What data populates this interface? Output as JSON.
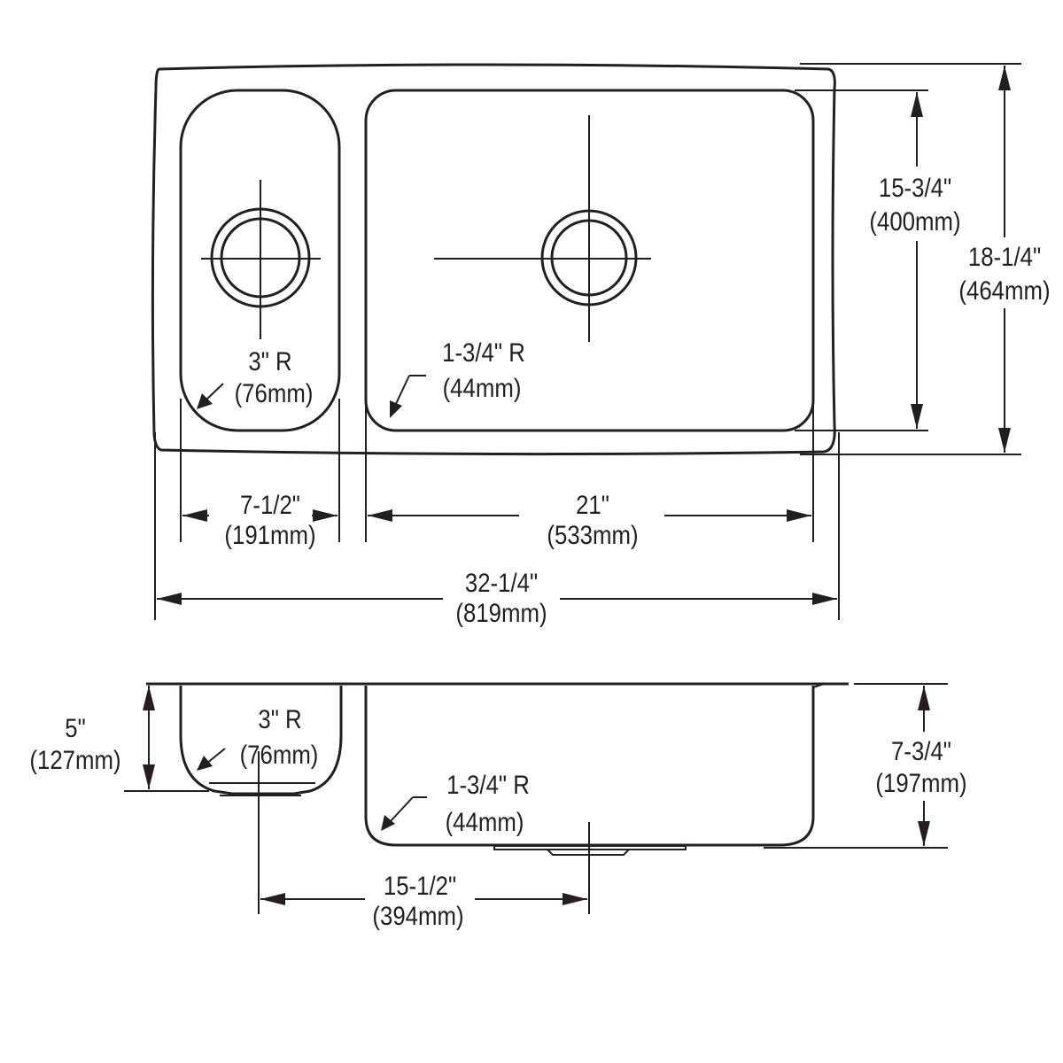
{
  "top_view": {
    "overall_width": {
      "in": "32-1/4\"",
      "mm": "(819mm)"
    },
    "small_bowl_width": {
      "in": "7-1/2\"",
      "mm": "(191mm)"
    },
    "large_bowl_width": {
      "in": "21\"",
      "mm": "(533mm)"
    },
    "small_bowl_radius": {
      "in": "3\" R",
      "mm": "(76mm)"
    },
    "large_bowl_radius": {
      "in": "1-3/4\" R",
      "mm": "(44mm)"
    },
    "bowl_depth_front_back": {
      "in": "15-3/4\"",
      "mm": "(400mm)"
    },
    "overall_front_back": {
      "in": "18-1/4\"",
      "mm": "(464mm)"
    }
  },
  "side_view": {
    "small_bowl_depth": {
      "in": "5\"",
      "mm": "(127mm)"
    },
    "large_bowl_depth": {
      "in": "7-3/4\"",
      "mm": "(197mm)"
    },
    "small_bowl_radius": {
      "in": "3\" R",
      "mm": "(76mm)"
    },
    "large_bowl_radius": {
      "in": "1-3/4\" R",
      "mm": "(44mm)"
    },
    "drain_spacing": {
      "in": "15-1/2\"",
      "mm": "(394mm)"
    }
  },
  "colors": {
    "line": "#231f20",
    "background": "#ffffff"
  }
}
